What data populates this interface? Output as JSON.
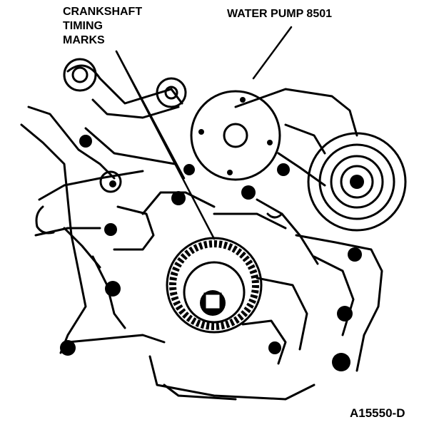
{
  "labels": {
    "crankshaft_line1": "CRANKSHAFT",
    "crankshaft_line2": "TIMING",
    "crankshaft_line3": "MARKS",
    "water_pump": "WATER PUMP 8501",
    "figure_id": "A15550-D"
  }
}
